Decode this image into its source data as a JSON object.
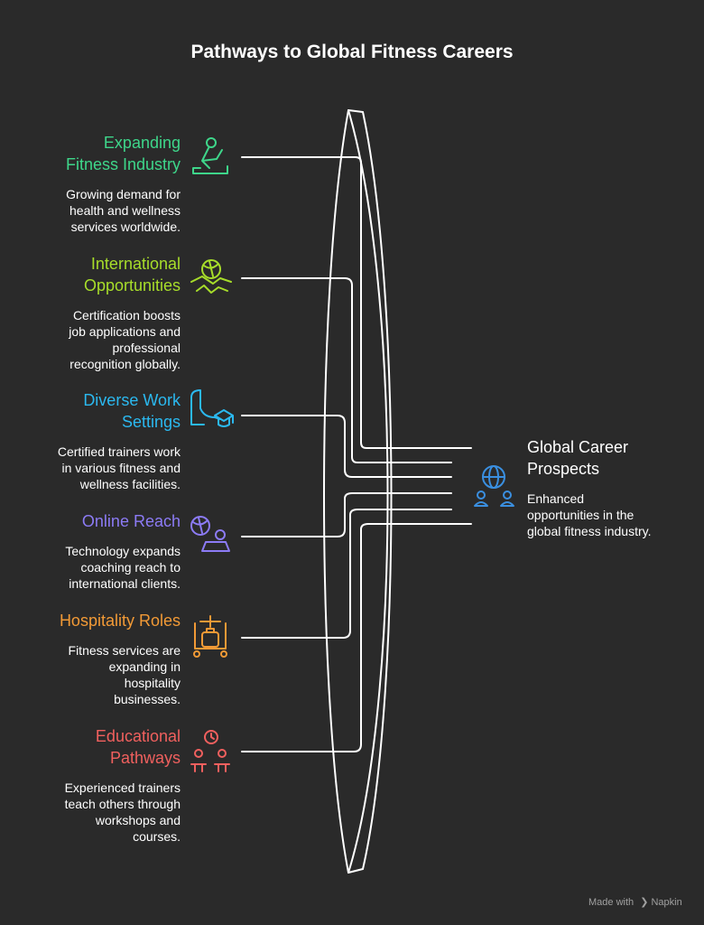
{
  "title": "Pathways to Global Fitness Careers",
  "items": [
    {
      "title_lines": [
        "Expanding",
        "Fitness Industry"
      ],
      "desc_lines": [
        "Growing demand for",
        "health and wellness",
        "services worldwide."
      ],
      "color": "#3ed68a",
      "icon": "fitness-person-icon"
    },
    {
      "title_lines": [
        "International",
        "Opportunities"
      ],
      "desc_lines": [
        "Certification boosts",
        "job applications and",
        "professional",
        "recognition globally."
      ],
      "color": "#a7dd2a",
      "icon": "globe-handshake-icon"
    },
    {
      "title_lines": [
        "Diverse Work",
        "Settings"
      ],
      "desc_lines": [
        "Certified trainers work",
        "in various fitness and",
        "wellness facilities."
      ],
      "color": "#2bb9f0",
      "icon": "arm-graduation-cap-icon"
    },
    {
      "title_lines": [
        "Online Reach"
      ],
      "desc_lines": [
        "Technology expands",
        "coaching reach to",
        "international clients."
      ],
      "color": "#8c7bf5",
      "icon": "globe-laptop-icon"
    },
    {
      "title_lines": [
        "Hospitality Roles"
      ],
      "desc_lines": [
        "Fitness services are",
        "expanding in",
        "hospitality",
        "businesses."
      ],
      "color": "#f29a36",
      "icon": "luggage-cart-icon"
    },
    {
      "title_lines": [
        "Educational",
        "Pathways"
      ],
      "desc_lines": [
        "Experienced trainers",
        "teach others through",
        "workshops and",
        "courses."
      ],
      "color": "#f0605e",
      "icon": "classroom-clock-icon"
    }
  ],
  "outcome": {
    "title_lines": [
      "Global Career",
      "Prospects"
    ],
    "desc_lines": [
      "Enhanced",
      "opportunities in the",
      "global fitness industry."
    ],
    "color": "#3a8fe0",
    "icon": "globe-people-icon"
  },
  "footer": {
    "prefix": "Made with",
    "brand": "Napkin"
  }
}
